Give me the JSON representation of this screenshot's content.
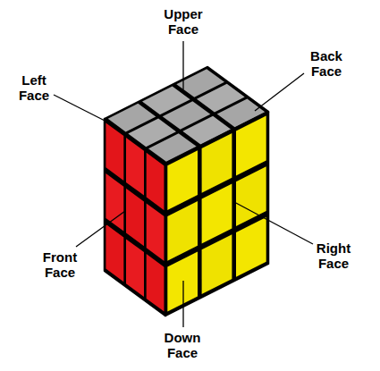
{
  "diagram": {
    "labels": [
      "Upper Face",
      "Left Face",
      "Back Face",
      "Front Face",
      "Right Face",
      "Down Face"
    ]
  }
}
